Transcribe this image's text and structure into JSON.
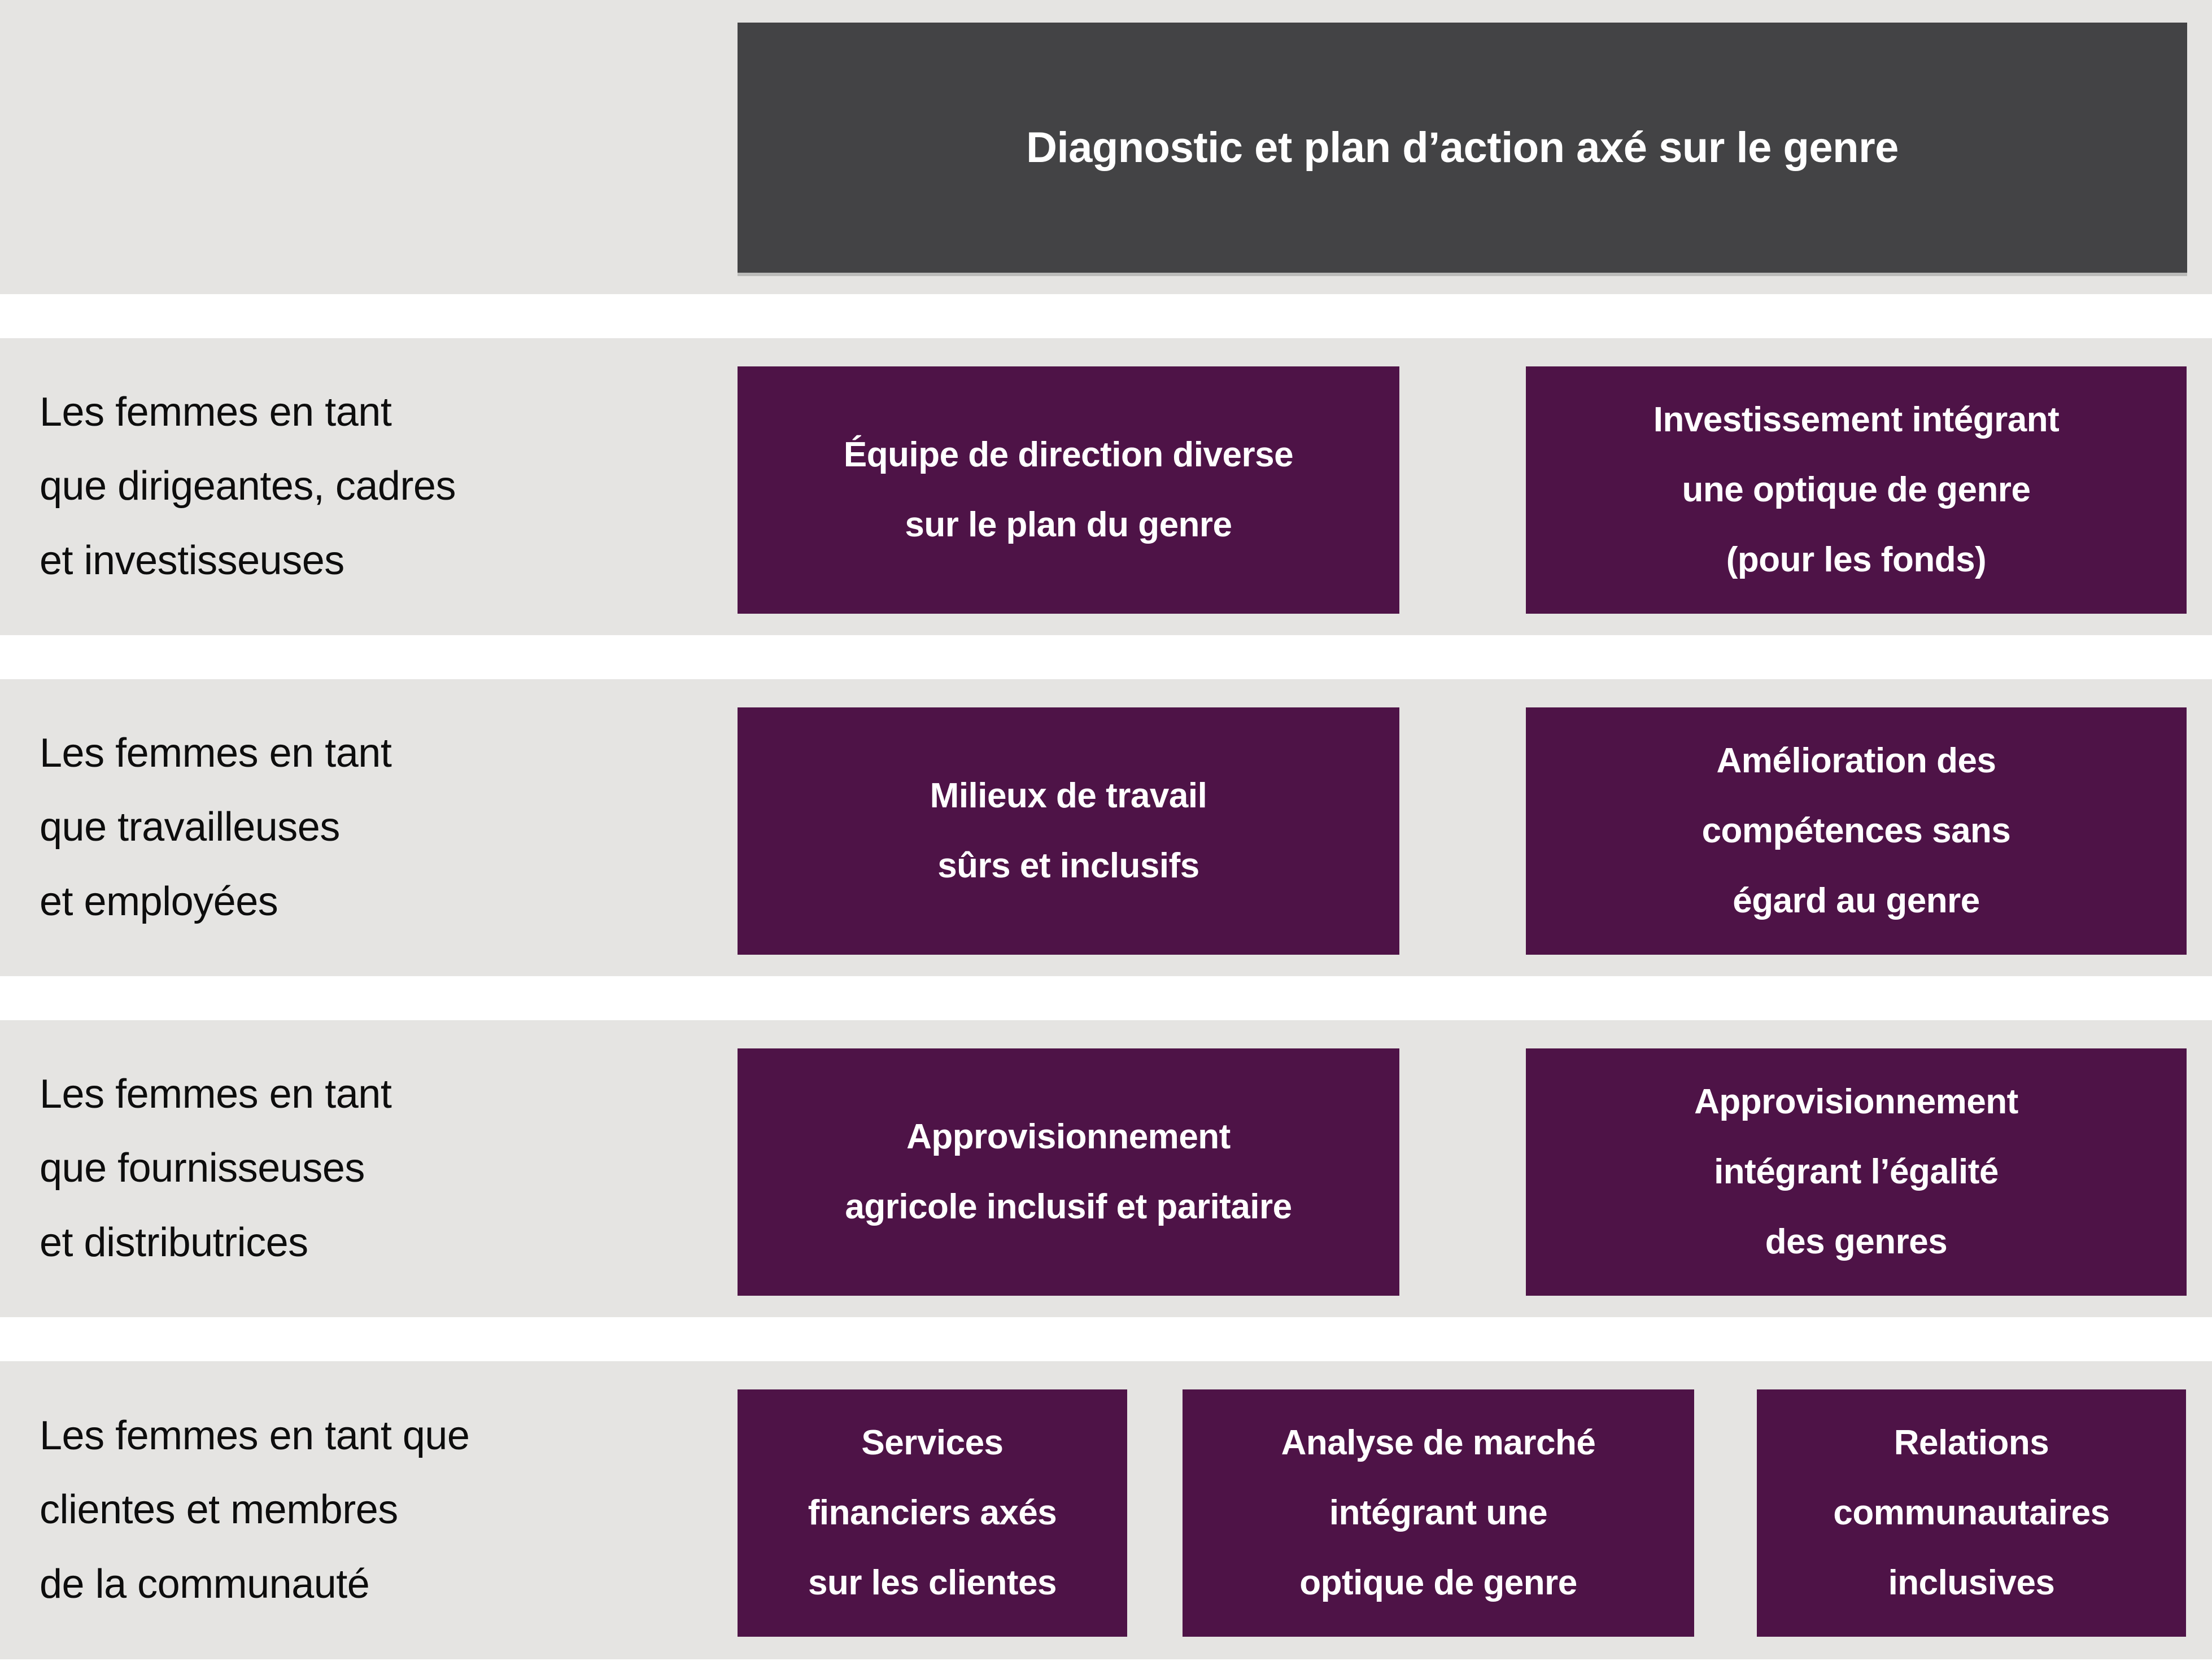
{
  "header": {
    "title": "Diagnostic et plan d’action axé sur le genre"
  },
  "rows": [
    {
      "label": "Les femmes en tant\nque dirigeantes, cadres\net investisseuses",
      "boxes": [
        "Équipe de direction diverse\nsur le plan du genre",
        "Investissement intégrant\nune optique de genre\n(pour les fonds)"
      ]
    },
    {
      "label": "Les femmes en tant\nque travailleuses\net employées",
      "boxes": [
        "Milieux de travail\nsûrs et inclusifs",
        "Amélioration des\ncompétences sans\négard au genre"
      ]
    },
    {
      "label": "Les femmes en tant\nque fournisseuses\net distributrices",
      "boxes": [
        "Approvisionnement\nagricole inclusif et paritaire",
        "Approvisionnement\nintégrant l’égalité\ndes genres"
      ]
    },
    {
      "label": "Les femmes en tant que\nclientes et membres\nde la communauté",
      "boxes": [
        "Services\nfinanciers axés\nsur les clientes",
        "Analyse de marché\nintégrant une\noptique de genre",
        "Relations\ncommunautaires\ninclusives"
      ]
    }
  ],
  "colors": {
    "band_background": "#e5e4e2",
    "gap_background": "#ffffff",
    "header_background": "#434345",
    "box_background": "#4e1347",
    "label_text": "#0d0d0d",
    "box_text": "#ffffff"
  }
}
